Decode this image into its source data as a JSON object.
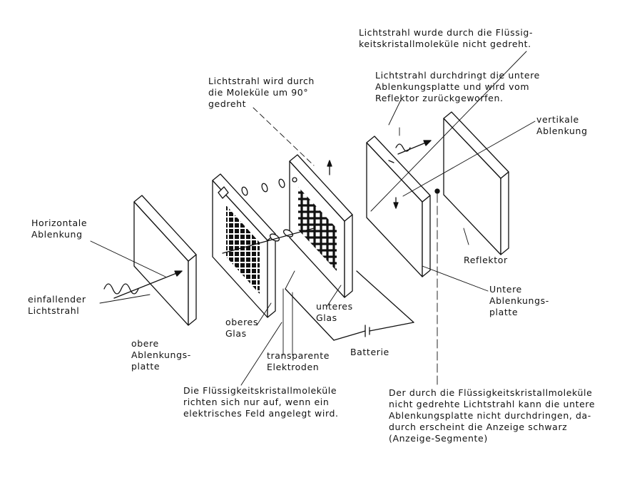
{
  "labels": {
    "top_right": [
      "Lichtstrahl wurde durch die Flüssig-",
      "keitskristallmoleküle nicht gedreht."
    ],
    "rotated": [
      "Lichtstrahl wird durch",
      "die Moleküle um 90°",
      "gedreht"
    ],
    "passes": [
      "Lichtstrahl durchdringt die untere",
      "Ablenkungsplatte und wird vom",
      "Reflektor zurückgeworfen."
    ],
    "vertikale": [
      "vertikale",
      "Ablenkung"
    ],
    "horizontale": [
      "Horizontale",
      "Ablenkung"
    ],
    "reflektor": "Reflektor",
    "einfallender": [
      "einfallender",
      "Lichtstrahl"
    ],
    "untere_platte": [
      "Untere",
      "Ablenkungs-",
      "platte"
    ],
    "unteres_glas": [
      "unteres",
      "Glas"
    ],
    "oberes_glas": [
      "oberes",
      "Glas"
    ],
    "obere_platte": [
      "obere",
      "Ablenkungs-",
      "platte"
    ],
    "batterie": "Batterie",
    "elektroden": [
      "transparente",
      "Elektroden"
    ],
    "molecules_field": [
      "Die Flüssigkeitskristallmoleküle",
      "richten sich nur auf, wenn ein",
      "elektrisches Feld angelegt wird."
    ],
    "black_display": [
      "Der durch die Flüssigkeitskristallmoleküle",
      "nicht gedrehte Lichtstrahl kann die untere",
      "Ablenkungsplatte nicht durchdringen, da-",
      "durch erscheint die Anzeige schwarz",
      "(Anzeige-Segmente)"
    ]
  },
  "colors": {
    "ink": "#111111",
    "paper": "#ffffff"
  }
}
